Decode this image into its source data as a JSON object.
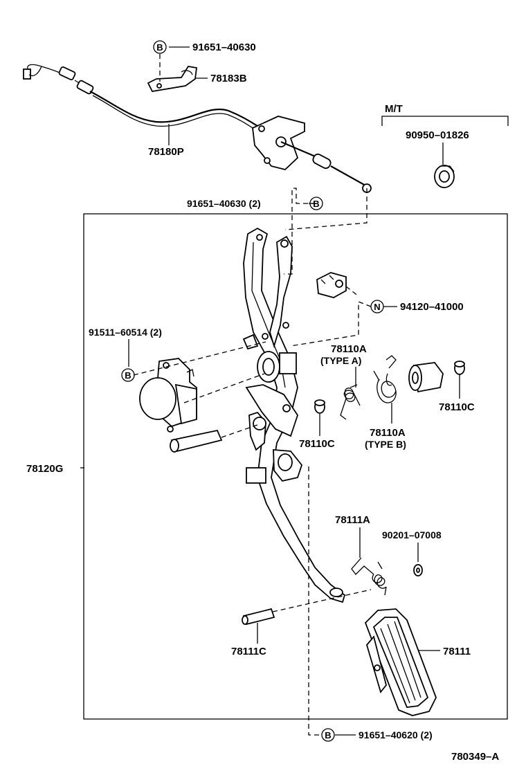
{
  "diagram": {
    "callouts": {
      "b_top": "91651–40630",
      "bracket": "78183B",
      "cable": "78180P",
      "b_cable": "91651–40630 (2)",
      "mt": "M/T",
      "mt_part": "90950–01826",
      "n_part": "94120–41000",
      "b_left": "91511–60514 (2)",
      "spring_a": "78110A",
      "spring_a_type": "(TYPE  A)",
      "spring_b": "78110A",
      "spring_b_type": "(TYPE  B)",
      "bush_right": "78110C",
      "bush_mid": "78110C",
      "assembly": "78120G",
      "spring_small": "78111A",
      "washer": "90201–07008",
      "pin": "78111C",
      "pad": "78111",
      "b_bottom": "91651–40620 (2)"
    },
    "markers": {
      "b": "B",
      "n": "N"
    },
    "figure_id": "780349–A"
  }
}
